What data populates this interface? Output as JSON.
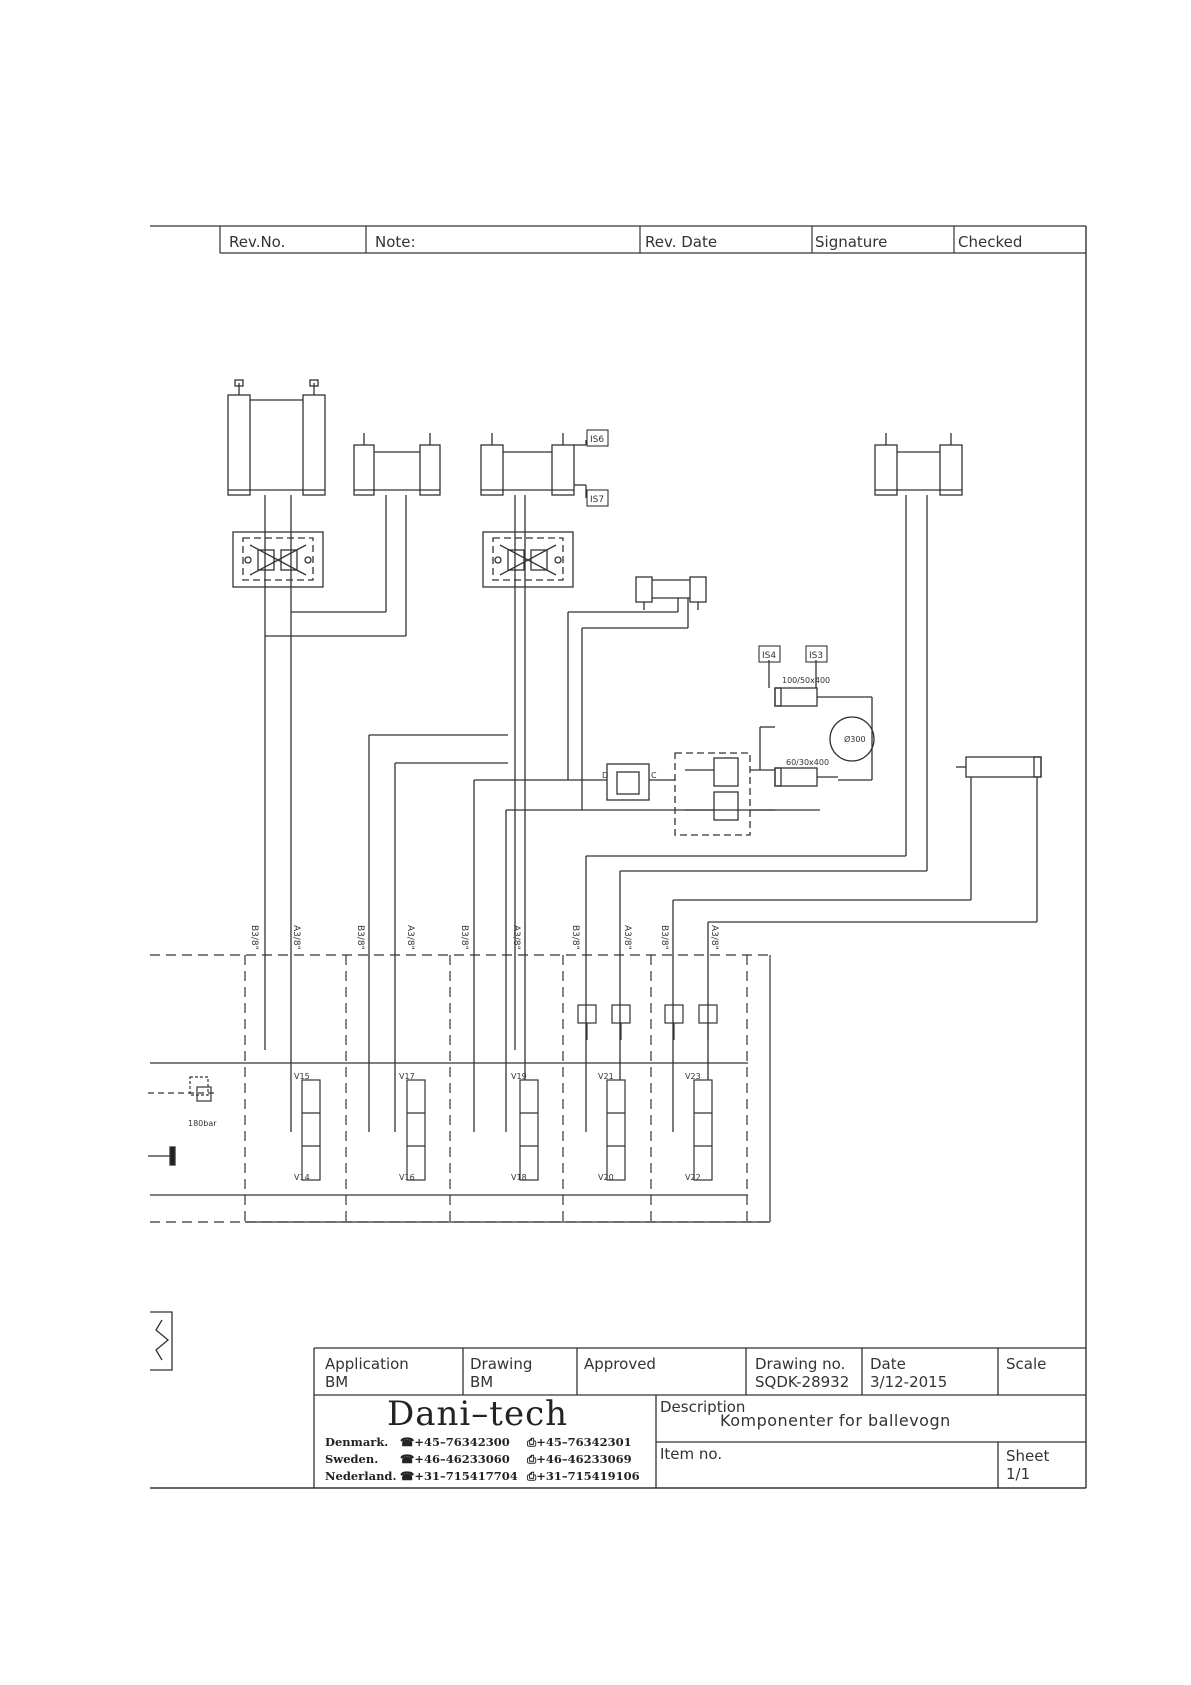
{
  "revision_header": {
    "rev_no": "Rev.No.",
    "note": "Note:",
    "rev_date": "Rev. Date",
    "signature": "Signature",
    "checked": "Checked"
  },
  "sensors": [
    "IS6",
    "IS7",
    "IS4",
    "IS3"
  ],
  "cylinders": {
    "top": "100/50x400",
    "bottom": "60/30x400",
    "wheel": "Ø300"
  },
  "ports": {
    "b": "B3/8\"",
    "a": "A3/8\""
  },
  "valve_labels": [
    "V15",
    "V14",
    "V17",
    "V16",
    "V19",
    "V18",
    "V21",
    "V20",
    "V23",
    "V22"
  ],
  "relief_pressure": "180bar",
  "valve_port_d": "D",
  "valve_port_c": "C",
  "title_block": {
    "application_label": "Application",
    "application_value": "BM",
    "drawing_label": "Drawing",
    "drawing_value": "BM",
    "approved_label": "Approved",
    "drawing_no_label": "Drawing no.",
    "drawing_no_value": "SQDK-28932",
    "date_label": "Date",
    "date_value": "3/12-2015",
    "scale_label": "Scale",
    "company": "Dani–tech",
    "contacts": [
      {
        "country": "Denmark.",
        "phone": "☎+45–76342300",
        "fax": "⎙+45–76342301"
      },
      {
        "country": "Sweden.",
        "phone": "☎+46–46233060",
        "fax": "⎙+46–46233069"
      },
      {
        "country": "Nederland.",
        "phone": "☎+31–715417704",
        "fax": "⎙+31–715419106"
      }
    ],
    "description_label": "Description",
    "description_value": "Komponenter for ballevogn",
    "item_no_label": "Item no.",
    "sheet_label": "Sheet",
    "sheet_value": "1/1"
  }
}
